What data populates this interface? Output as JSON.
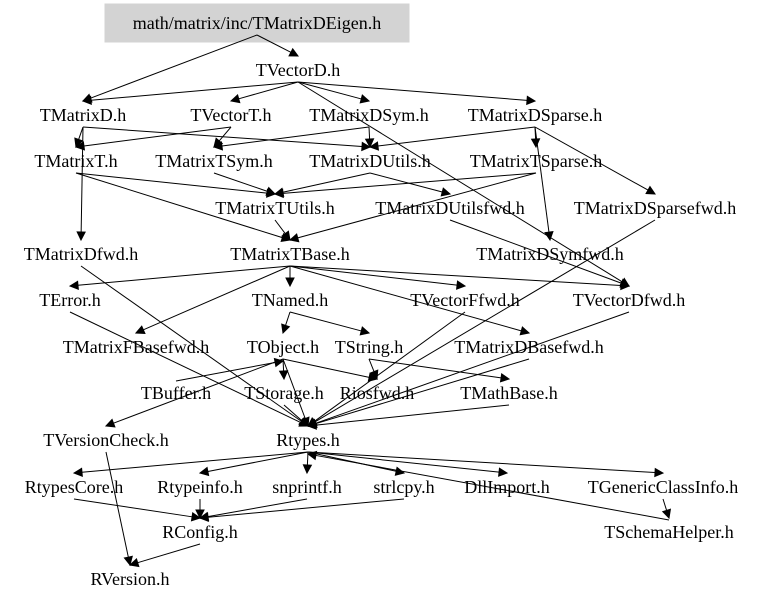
{
  "title": "math/matrix/inc/TMatrixDEigen.h include dependency graph",
  "root": "math/matrix/inc/TMatrixDEigen.h",
  "colors": {
    "root_fill": "#d3d3d3",
    "edge": "#000000",
    "text": "#000000",
    "background": "#ffffff"
  },
  "nodes": [
    {
      "id": "root",
      "label": "math/matrix/inc/TMatrixDEigen.h"
    },
    {
      "id": "TVectorD",
      "label": "TVectorD.h"
    },
    {
      "id": "TMatrixD",
      "label": "TMatrixD.h"
    },
    {
      "id": "TVectorT",
      "label": "TVectorT.h"
    },
    {
      "id": "TMatrixDSym",
      "label": "TMatrixDSym.h"
    },
    {
      "id": "TMatrixDSparse",
      "label": "TMatrixDSparse.h"
    },
    {
      "id": "TMatrixT",
      "label": "TMatrixT.h"
    },
    {
      "id": "TMatrixTSym",
      "label": "TMatrixTSym.h"
    },
    {
      "id": "TMatrixDUtils",
      "label": "TMatrixDUtils.h"
    },
    {
      "id": "TMatrixTSparse",
      "label": "TMatrixTSparse.h"
    },
    {
      "id": "TMatrixTUtils",
      "label": "TMatrixTUtils.h"
    },
    {
      "id": "TMatrixDUtilsfwd",
      "label": "TMatrixDUtilsfwd.h"
    },
    {
      "id": "TMatrixDSparsefwd",
      "label": "TMatrixDSparsefwd.h"
    },
    {
      "id": "TMatrixDfwd",
      "label": "TMatrixDfwd.h"
    },
    {
      "id": "TMatrixTBase",
      "label": "TMatrixTBase.h"
    },
    {
      "id": "TMatrixDSymfwd",
      "label": "TMatrixDSymfwd.h"
    },
    {
      "id": "TError",
      "label": "TError.h"
    },
    {
      "id": "TNamed",
      "label": "TNamed.h"
    },
    {
      "id": "TVectorFfwd",
      "label": "TVectorFfwd.h"
    },
    {
      "id": "TVectorDfwd",
      "label": "TVectorDfwd.h"
    },
    {
      "id": "TMatrixFBasefwd",
      "label": "TMatrixFBasefwd.h"
    },
    {
      "id": "TObject",
      "label": "TObject.h"
    },
    {
      "id": "TString",
      "label": "TString.h"
    },
    {
      "id": "TMatrixDBasefwd",
      "label": "TMatrixDBasefwd.h"
    },
    {
      "id": "TBuffer",
      "label": "TBuffer.h"
    },
    {
      "id": "TStorage",
      "label": "TStorage.h"
    },
    {
      "id": "Riosfwd",
      "label": "Riosfwd.h"
    },
    {
      "id": "TMathBase",
      "label": "TMathBase.h"
    },
    {
      "id": "TVersionCheck",
      "label": "TVersionCheck.h"
    },
    {
      "id": "Rtypes",
      "label": "Rtypes.h"
    },
    {
      "id": "RtypesCore",
      "label": "RtypesCore.h"
    },
    {
      "id": "Rtypeinfo",
      "label": "Rtypeinfo.h"
    },
    {
      "id": "snprintf",
      "label": "snprintf.h"
    },
    {
      "id": "strlcpy",
      "label": "strlcpy.h"
    },
    {
      "id": "DllImport",
      "label": "DllImport.h"
    },
    {
      "id": "TGenericClassInfo",
      "label": "TGenericClassInfo.h"
    },
    {
      "id": "RConfig",
      "label": "RConfig.h"
    },
    {
      "id": "TSchemaHelper",
      "label": "TSchemaHelper.h"
    },
    {
      "id": "RVersion",
      "label": "RVersion.h"
    }
  ],
  "edges": [
    {
      "from": "root",
      "to": "TVectorD"
    },
    {
      "from": "root",
      "to": "TMatrixD"
    },
    {
      "from": "TVectorD",
      "to": "TMatrixD"
    },
    {
      "from": "TVectorD",
      "to": "TVectorT"
    },
    {
      "from": "TVectorD",
      "to": "TMatrixDSym"
    },
    {
      "from": "TVectorD",
      "to": "TMatrixDSparse"
    },
    {
      "from": "TVectorD",
      "to": "TVectorDfwd"
    },
    {
      "from": "TMatrixD",
      "to": "TMatrixT"
    },
    {
      "from": "TMatrixD",
      "to": "TMatrixDUtils"
    },
    {
      "from": "TMatrixD",
      "to": "TMatrixDfwd"
    },
    {
      "from": "TVectorT",
      "to": "TMatrixT"
    },
    {
      "from": "TVectorT",
      "to": "TMatrixTSym"
    },
    {
      "from": "TMatrixDSym",
      "to": "TMatrixTSym"
    },
    {
      "from": "TMatrixDSym",
      "to": "TMatrixDUtils"
    },
    {
      "from": "TMatrixDSparse",
      "to": "TMatrixTSparse"
    },
    {
      "from": "TMatrixDSparse",
      "to": "TMatrixDUtils"
    },
    {
      "from": "TMatrixDSparse",
      "to": "TMatrixDSparsefwd"
    },
    {
      "from": "TMatrixDSparse",
      "to": "TMatrixDSymfwd"
    },
    {
      "from": "TMatrixT",
      "to": "TMatrixTUtils"
    },
    {
      "from": "TMatrixT",
      "to": "TMatrixTBase"
    },
    {
      "from": "TMatrixTSym",
      "to": "TMatrixTUtils"
    },
    {
      "from": "TMatrixDUtils",
      "to": "TMatrixTUtils"
    },
    {
      "from": "TMatrixDUtils",
      "to": "TMatrixDUtilsfwd"
    },
    {
      "from": "TMatrixTSparse",
      "to": "TMatrixTUtils"
    },
    {
      "from": "TMatrixTSparse",
      "to": "TMatrixTBase"
    },
    {
      "from": "TMatrixTUtils",
      "to": "TMatrixTBase"
    },
    {
      "from": "TMatrixDUtilsfwd",
      "to": "TVectorDfwd"
    },
    {
      "from": "TMatrixDSparsefwd",
      "to": "Rtypes"
    },
    {
      "from": "TMatrixDfwd",
      "to": "Rtypes"
    },
    {
      "from": "TMatrixTBase",
      "to": "TError"
    },
    {
      "from": "TMatrixTBase",
      "to": "TMatrixFBasefwd"
    },
    {
      "from": "TMatrixTBase",
      "to": "TNamed"
    },
    {
      "from": "TMatrixTBase",
      "to": "TVectorFfwd"
    },
    {
      "from": "TMatrixTBase",
      "to": "TVectorDfwd"
    },
    {
      "from": "TMatrixTBase",
      "to": "TMatrixDBasefwd"
    },
    {
      "from": "TError",
      "to": "Rtypes"
    },
    {
      "from": "TNamed",
      "to": "TObject"
    },
    {
      "from": "TNamed",
      "to": "TString"
    },
    {
      "from": "TVectorFfwd",
      "to": "Rtypes"
    },
    {
      "from": "TVectorDfwd",
      "to": "Rtypes"
    },
    {
      "from": "TMatrixDBasefwd",
      "to": "Rtypes"
    },
    {
      "from": "TObject",
      "to": "TStorage"
    },
    {
      "from": "TObject",
      "to": "Riosfwd"
    },
    {
      "from": "TObject",
      "to": "TVersionCheck"
    },
    {
      "from": "TObject",
      "to": "Rtypes"
    },
    {
      "from": "TString",
      "to": "TMathBase"
    },
    {
      "from": "TString",
      "to": "Riosfwd"
    },
    {
      "from": "TBuffer",
      "to": "TObject"
    },
    {
      "from": "TStorage",
      "to": "Rtypes"
    },
    {
      "from": "TMathBase",
      "to": "Rtypes"
    },
    {
      "from": "TVersionCheck",
      "to": "RVersion"
    },
    {
      "from": "Rtypes",
      "to": "RtypesCore"
    },
    {
      "from": "Rtypes",
      "to": "Rtypeinfo"
    },
    {
      "from": "Rtypes",
      "to": "snprintf"
    },
    {
      "from": "Rtypes",
      "to": "strlcpy"
    },
    {
      "from": "Rtypes",
      "to": "DllImport"
    },
    {
      "from": "Rtypes",
      "to": "TGenericClassInfo"
    },
    {
      "from": "RtypesCore",
      "to": "RConfig"
    },
    {
      "from": "Rtypeinfo",
      "to": "RConfig"
    },
    {
      "from": "snprintf",
      "to": "RConfig"
    },
    {
      "from": "strlcpy",
      "to": "RConfig"
    },
    {
      "from": "TGenericClassInfo",
      "to": "TSchemaHelper"
    },
    {
      "from": "TSchemaHelper",
      "to": "Rtypes"
    },
    {
      "from": "RConfig",
      "to": "RVersion"
    }
  ]
}
